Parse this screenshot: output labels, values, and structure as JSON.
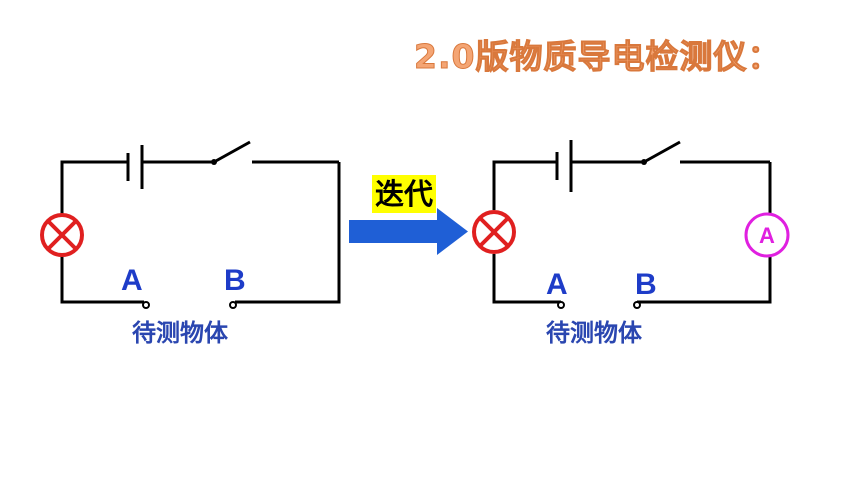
{
  "title": "2.0版物质导电检测仪：",
  "arrow_label": "迭代",
  "left_circuit": {
    "terminal_a": "A",
    "terminal_b": "B",
    "object_label": "待测物体"
  },
  "right_circuit": {
    "terminal_a": "A",
    "terminal_b": "B",
    "object_label": "待测物体",
    "meter_symbol": "A"
  },
  "colors": {
    "title": "#f4a574",
    "arrow": "#1f5fd6",
    "lamp": "#e02020",
    "ammeter": "#e020e0",
    "terminal_text": "#1e3cc8",
    "highlight": "#ffff00"
  }
}
